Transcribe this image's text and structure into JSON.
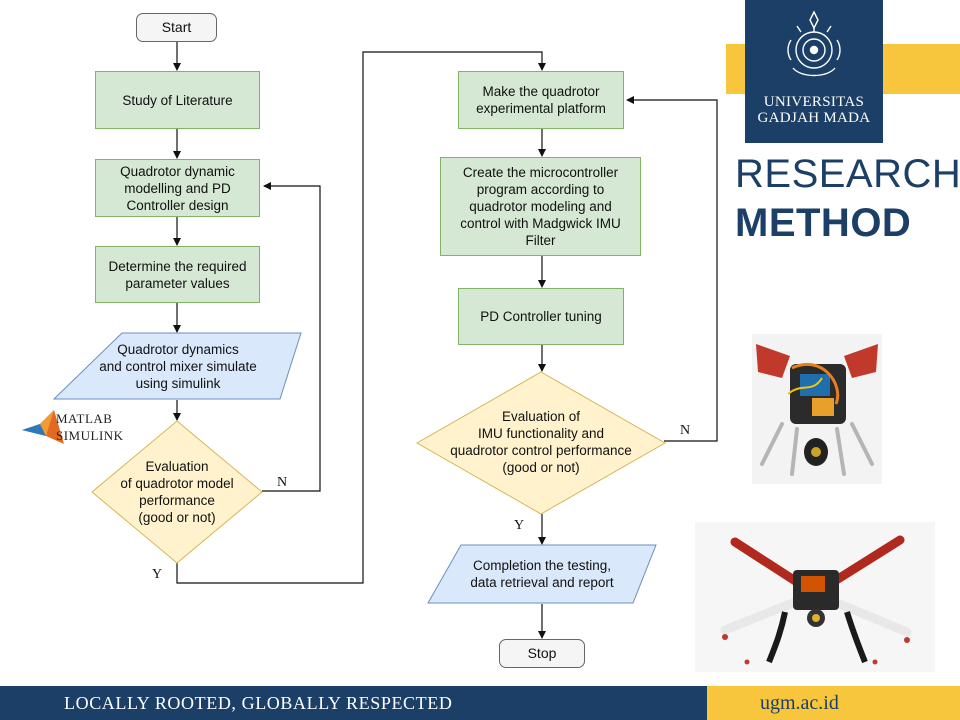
{
  "flowchart": {
    "start": "Start",
    "left": {
      "study": "Study of Literature",
      "modelling": "Quadrotor dynamic\nmodelling and PD\nController design",
      "parameters": "Determine the required\nparameter values",
      "simulate": "Quadrotor dynamics\nand control mixer simulate\nusing simulink",
      "evaluation": "Evaluation\nof quadrotor model\nperformance\n(good or not)",
      "no_label": "N",
      "yes_label": "Y"
    },
    "right": {
      "platform": "Make the quadrotor\nexperimental platform",
      "program": "Create the microcontroller\nprogram according to\nquadrotor modeling and\ncontrol with Madgwick IMU\nFilter",
      "tuning": "PD Controller tuning",
      "evaluation": "Evaluation of\nIMU functionality and\nquadrotor control performance\n(good or not)",
      "no_label": "N",
      "yes_label": "Y",
      "completion": "Completion the testing,\ndata retrieval and report",
      "stop": "Stop"
    }
  },
  "matlab_logo": {
    "line1": "MATLAB",
    "line2": "SIMULINK"
  },
  "brand": {
    "university_line1": "UNIVERSITAS",
    "university_line2": "GADJAH MADA",
    "heading_line1": "RESEARCH",
    "heading_line2": "METHOD",
    "tagline": "LOCALLY ROOTED, GLOBALLY RESPECTED",
    "website": "ugm.ac.id"
  },
  "colors": {
    "navy": "#1b3f66",
    "gold": "#f7c63c",
    "process_fill": "#d5e8d4",
    "io_fill": "#dae8fc",
    "decision_fill": "#fff2cc"
  }
}
